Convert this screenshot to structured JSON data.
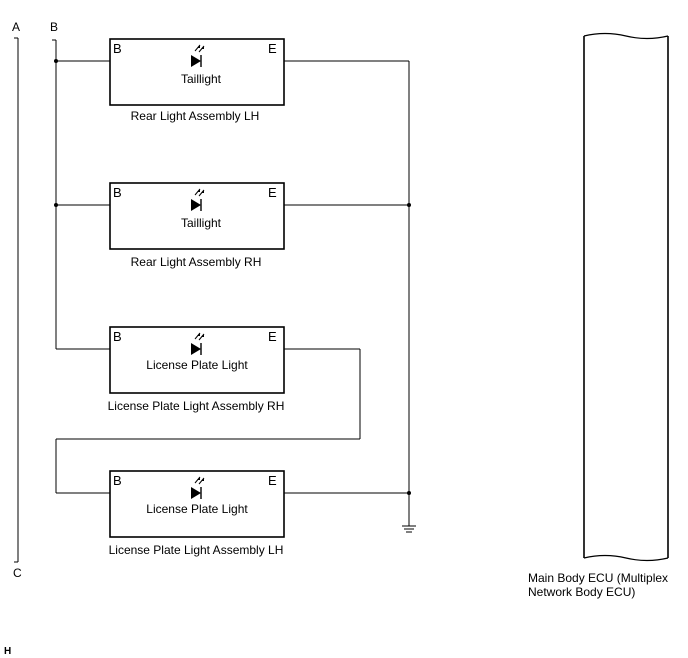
{
  "connector_labels": {
    "a": "A",
    "b": "B",
    "c": "C",
    "h": "H"
  },
  "assemblies": [
    {
      "pin_left": "B",
      "pin_right": "E",
      "component": "Taillight",
      "name": "Rear Light Assembly LH"
    },
    {
      "pin_left": "B",
      "pin_right": "E",
      "component": "Taillight",
      "name": "Rear Light Assembly RH"
    },
    {
      "pin_left": "B",
      "pin_right": "E",
      "component": "License Plate Light",
      "name": "License Plate Light Assembly RH"
    },
    {
      "pin_left": "B",
      "pin_right": "E",
      "component": "License Plate Light",
      "name": "License Plate Light Assembly LH"
    }
  ],
  "ecu": {
    "line1": "Main Body ECU (Multiplex",
    "line2": "Network Body ECU)"
  }
}
